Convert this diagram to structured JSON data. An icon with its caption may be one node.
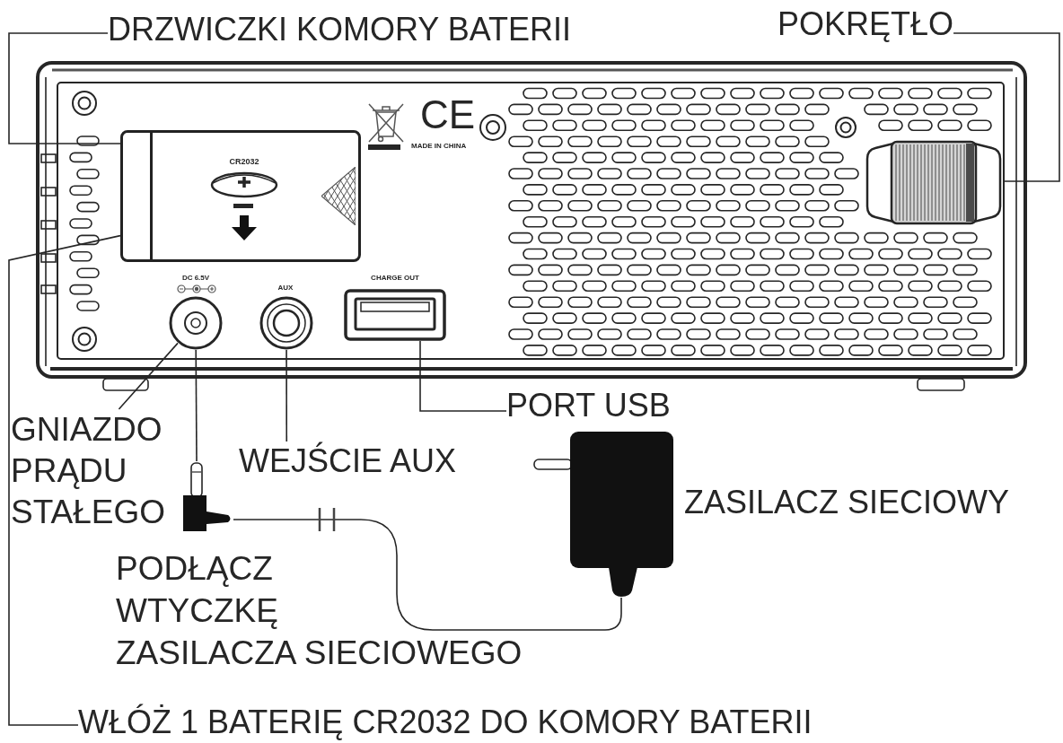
{
  "diagram": {
    "nodes": [
      {
        "text": [
          "DRZWICZKI KOMORY BATERII"
        ]
      },
      {
        "text": [
          "POKRĘTŁO"
        ]
      },
      {
        "text": [
          "CR2032"
        ]
      },
      {
        "text": [],
        "shape": "picture"
      },
      {
        "text": [],
        "shape": "circle",
        "beside": [
          "DC 6.5V"
        ]
      },
      {
        "text": [],
        "shape": "circle",
        "beside": [
          "AUX"
        ]
      },
      {
        "text": [],
        "shape": "box",
        "beside": [
          "CHARGE OUT"
        ]
      },
      {
        "text": [
          "PORT USB"
        ]
      },
      {
        "text": [
          "GNIAZDO PRĄDU STAŁEGO"
        ]
      },
      {
        "text": [
          "WEJŚCIE AUX"
        ]
      },
      {
        "text": [],
        "shape": "box",
        "beside": [
          "ZASILACZ SIECIOWY"
        ]
      },
      {
        "text": [],
        "shape": "picture",
        "beside": [
          "PODŁĄCZ WTYCZKĘ ZASILACZA SIECIOWEGO"
        ]
      },
      {
        "text": [
          "WŁÓŻ 1 BATERIĘ CR2032 DO KOMORY BATERII"
        ]
      }
    ],
    "edges": [
      {
        "from": 0,
        "to": 2,
        "arrow": "none"
      },
      {
        "from": 1,
        "to": 3,
        "arrow": "none"
      },
      {
        "from": 7,
        "to": 6,
        "arrow": "none"
      },
      {
        "from": 8,
        "to": 4,
        "arrow": "none"
      },
      {
        "from": 9,
        "to": 5,
        "arrow": "none"
      },
      {
        "from": 4,
        "to": 11,
        "arrow": "none"
      },
      {
        "from": 10,
        "to": 11,
        "arrow": "none"
      },
      {
        "from": 12,
        "to": 2,
        "arrow": "none"
      }
    ],
    "labels": [
      "CE",
      "MADE IN CHINA"
    ]
  }
}
